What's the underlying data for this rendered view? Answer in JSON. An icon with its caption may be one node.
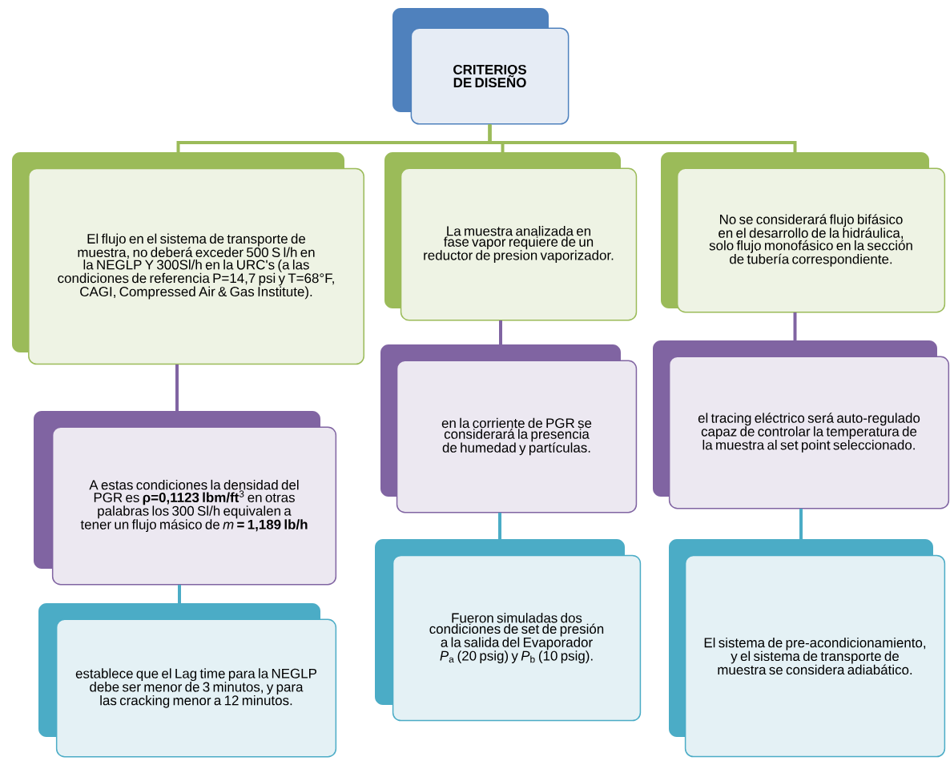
{
  "diagram": {
    "nodes": [
      {
        "text": [
          "CRITERIOS DE DISEÑO"
        ]
      },
      {
        "text": [
          "El flujo en el sistema de transporte de muestra, no deberá exceder 500 S l/h en la NEGLP Y 300Sl/h en la URC's (a las condiciones de referencia P=14,7 psi y T=68°F, CAGI, Compressed Air & Gas Institute)."
        ]
      },
      {
        "text": [
          "La muestra analizada en fase vapor requiere de un reductor de presion vaporizador."
        ]
      },
      {
        "text": [
          "No se considerará flujo bifásico en el desarrollo de la hidráulica, solo flujo monofásico en la sección de tubería correspondiente."
        ]
      },
      {
        "text": [
          "A estas condiciones la densidad del PGR es **ρ=0,1123 lbm/ft**$^{3}$ en otras palabras los 300 Sl/h equivalen a tener un flujo másico de *m* **= 1,189 lb/h**"
        ]
      },
      {
        "text": [
          "establece que el Lag time para la NEGLP debe ser menor de 3 minutos, y para las cracking menor a 12 minutos."
        ]
      },
      {
        "text": [
          "en la corriente de PGR se considerará la presencia de humedad y partículas."
        ]
      },
      {
        "text": [
          "Fueron simuladas dos condiciones de set de presión a la salida del Evaporador *P*$_{a}$ (20 psig) y *P*$_{b}$ (10 psig)."
        ]
      },
      {
        "text": [
          "el tracing eléctrico será auto-regulado capaz de controlar la temperatura de la muestra al set point seleccionado."
        ]
      },
      {
        "text": [
          "El sistema de pre-acondicionamiento, y el sistema de transporte de muestra se considera adiabático."
        ]
      }
    ],
    "edges": [
      {
        "from": 0,
        "to": 1,
        "arrow": "none",
        "color": "#9bbb59"
      },
      {
        "from": 0,
        "to": 2,
        "arrow": "none",
        "color": "#9bbb59"
      },
      {
        "from": 0,
        "to": 3,
        "arrow": "none",
        "color": "#9bbb59"
      },
      {
        "from": 1,
        "to": 4,
        "arrow": "none",
        "color": "#8064a2"
      },
      {
        "from": 4,
        "to": 5,
        "arrow": "none",
        "color": "#4bacc6"
      },
      {
        "from": 2,
        "to": 6,
        "arrow": "none",
        "color": "#8064a2"
      },
      {
        "from": 6,
        "to": 7,
        "arrow": "none",
        "color": "#4bacc6"
      },
      {
        "from": 3,
        "to": 8,
        "arrow": "none",
        "color": "#8064a2"
      },
      {
        "from": 8,
        "to": 9,
        "arrow": "none",
        "color": "#4bacc6"
      }
    ]
  }
}
